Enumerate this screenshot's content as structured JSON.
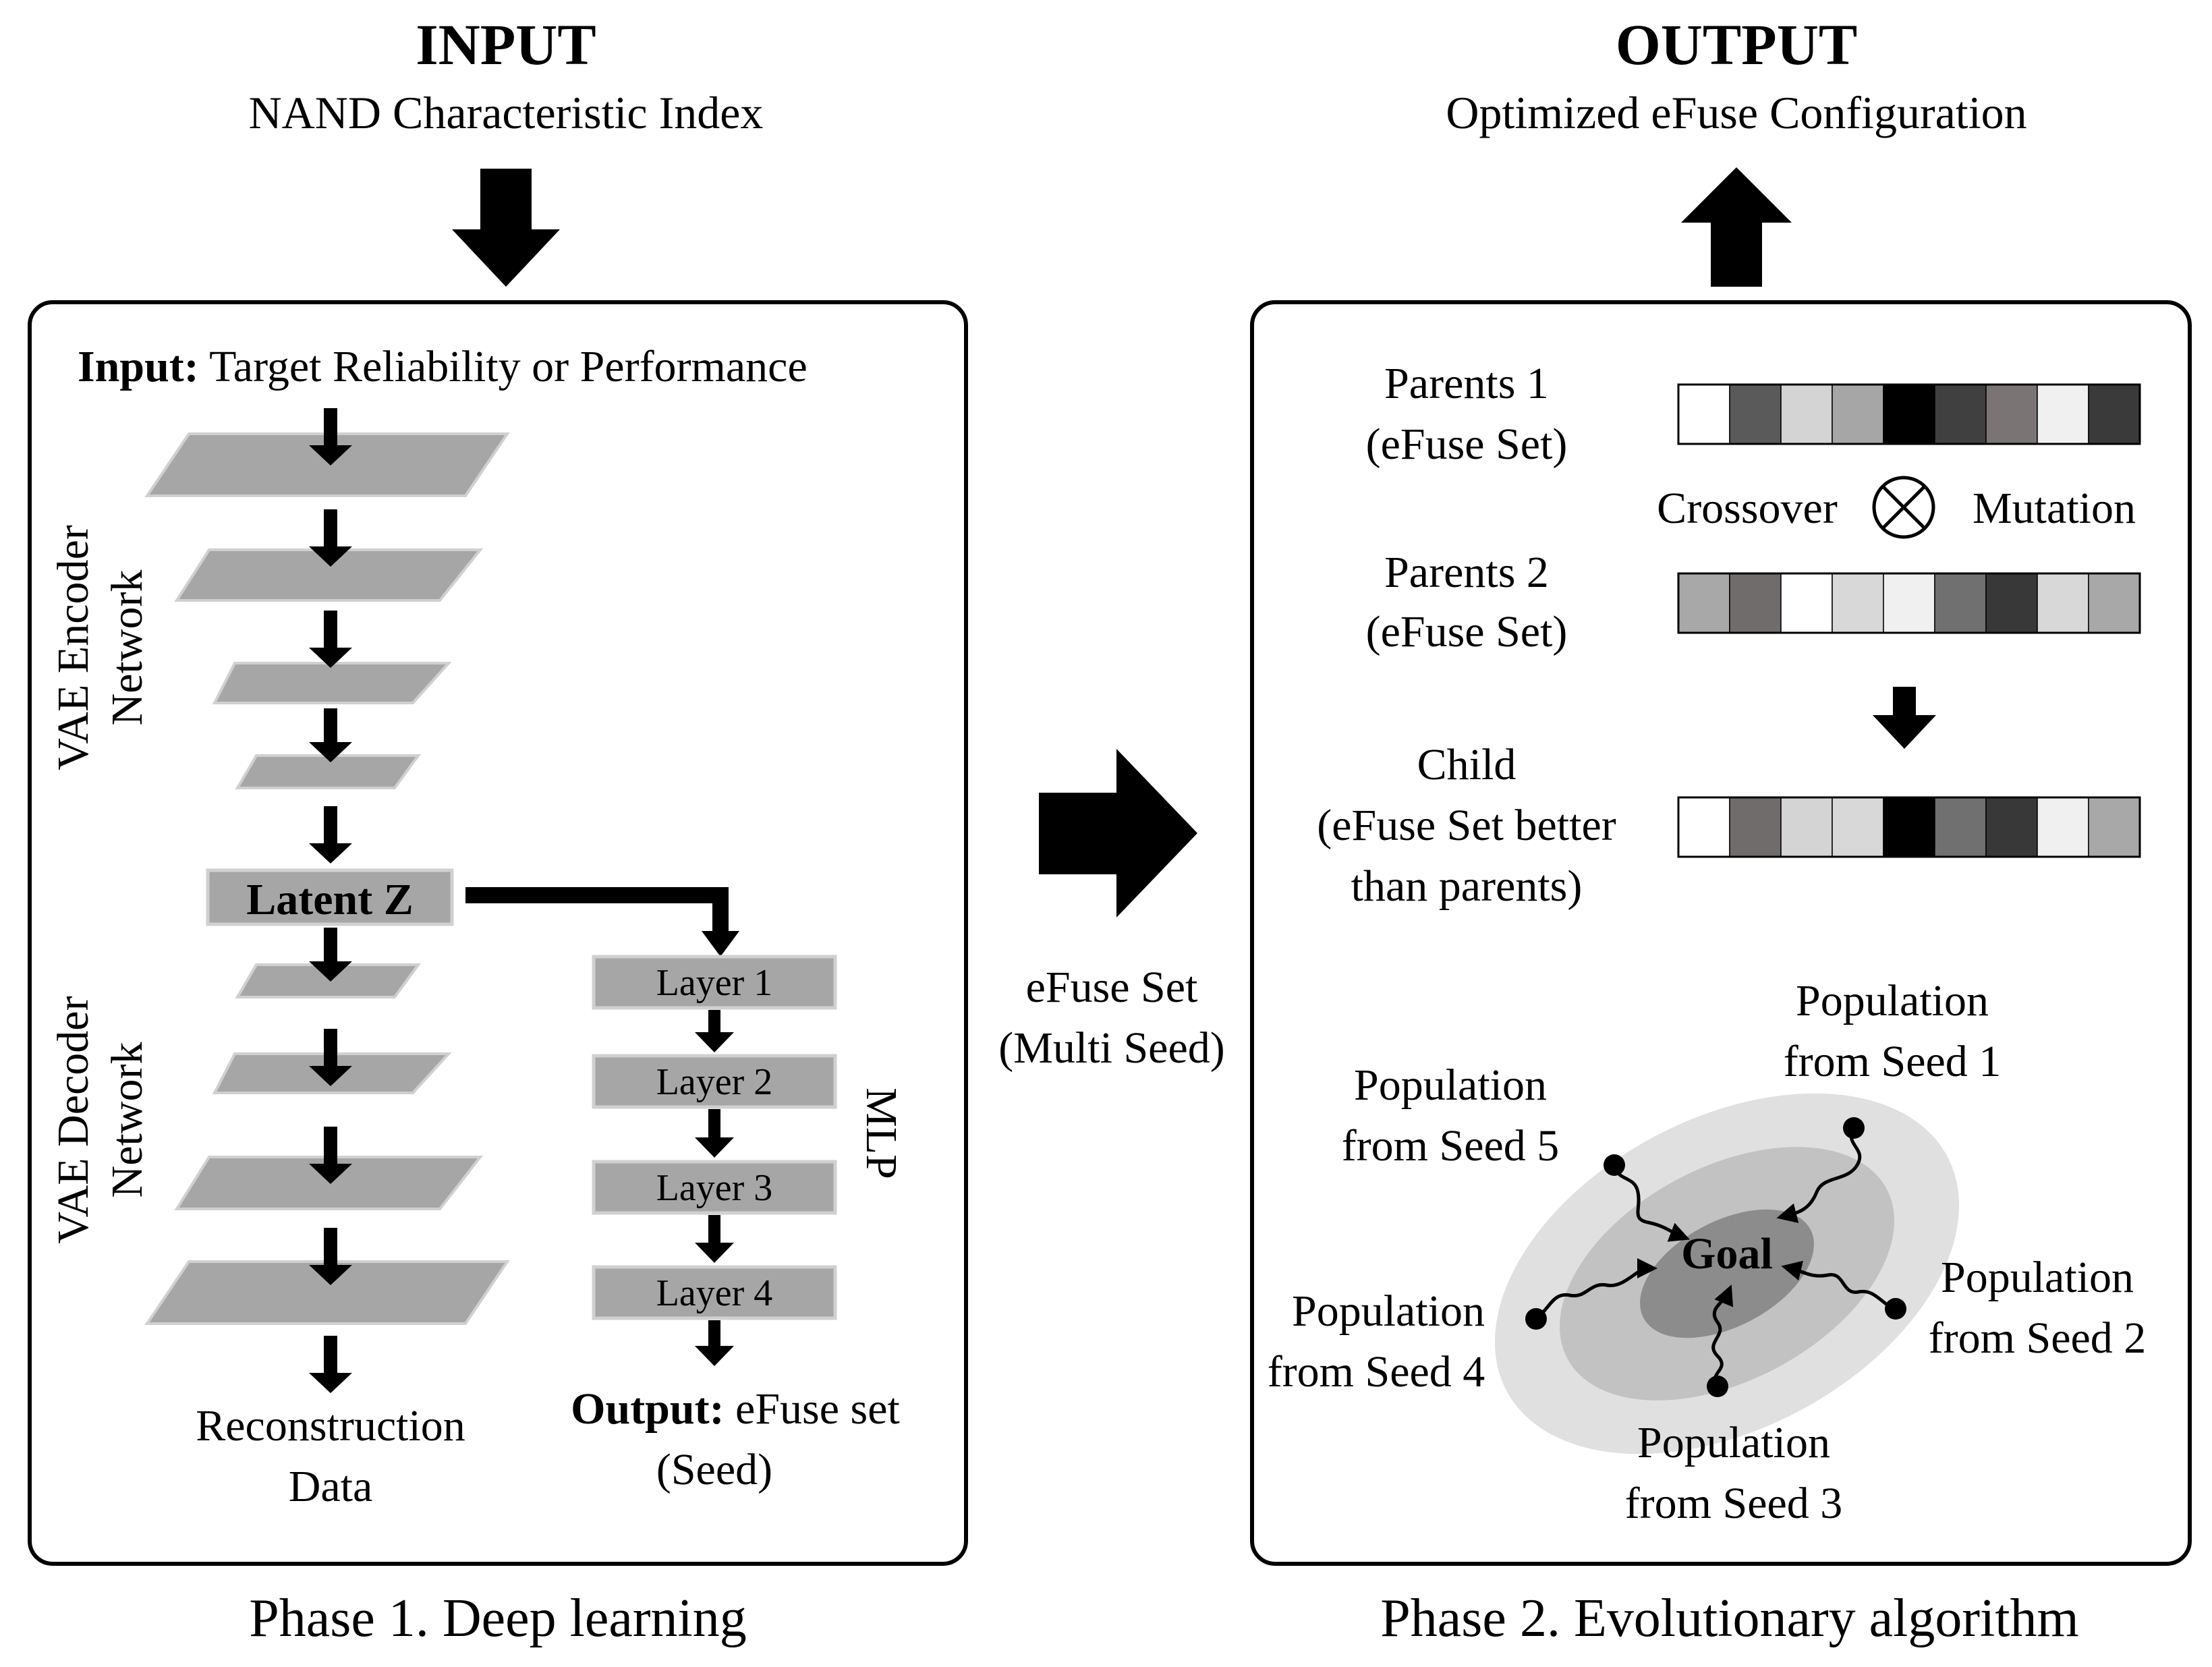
{
  "input": {
    "heading": "INPUT",
    "subtitle": "NAND Characteristic Index"
  },
  "output": {
    "heading": "OUTPUT",
    "subtitle": "Optimized eFuse Configuration"
  },
  "phase1": {
    "caption": "Phase 1. Deep learning",
    "input_label_bold": "Input:",
    "input_label_text": " Target Reliability or Performance",
    "encoder_label_1": "VAE Encoder",
    "encoder_label_2": "Network",
    "decoder_label_1": "VAE Decoder",
    "decoder_label_2": "Network",
    "latent_label": "Latent Z",
    "reconstruction_1": "Reconstruction",
    "reconstruction_2": "Data",
    "mlp_label": "MLP",
    "mlp_layers": [
      "Layer 1",
      "Layer 2",
      "Layer 3",
      "Layer 4"
    ],
    "output_label_bold": "Output:",
    "output_label_text": " eFuse set",
    "output_label_line2": "(Seed)"
  },
  "transfer": {
    "line1": "eFuse Set",
    "line2": "(Multi Seed)"
  },
  "phase2": {
    "caption": "Phase 2. Evolutionary algorithm",
    "parents1_line1": "Parents 1",
    "parents1_line2": "(eFuse Set)",
    "parents2_line1": "Parents 2",
    "parents2_line2": "(eFuse Set)",
    "crossover_label": "Crossover",
    "mutation_label": "Mutation",
    "child_line1": "Child",
    "child_line2": "(eFuse Set better",
    "child_line3": "than parents)",
    "parents1_colors": [
      "#ffffff",
      "#5a5a5a",
      "#d4d4d4",
      "#a6a6a6",
      "#000000",
      "#404040",
      "#7a7474",
      "#f0f0f0",
      "#3a3a3a"
    ],
    "parents2_colors": [
      "#a8a8a8",
      "#706c6c",
      "#ffffff",
      "#d8d8d8",
      "#f0f0f0",
      "#707070",
      "#383838",
      "#d8d8d8",
      "#a8a8a8"
    ],
    "child_colors": [
      "#ffffff",
      "#706c6c",
      "#d4d4d4",
      "#d8d8d8",
      "#000000",
      "#707070",
      "#383838",
      "#f0f0f0",
      "#a8a8a8"
    ],
    "goal_label": "Goal",
    "populations": [
      {
        "line1": "Population",
        "line2": "from Seed 1"
      },
      {
        "line1": "Population",
        "line2": "from Seed 2"
      },
      {
        "line1": "Population",
        "line2": "from Seed 3"
      },
      {
        "line1": "Population",
        "line2": "from Seed 4"
      },
      {
        "line1": "Population",
        "line2": "from Seed 5"
      }
    ]
  }
}
